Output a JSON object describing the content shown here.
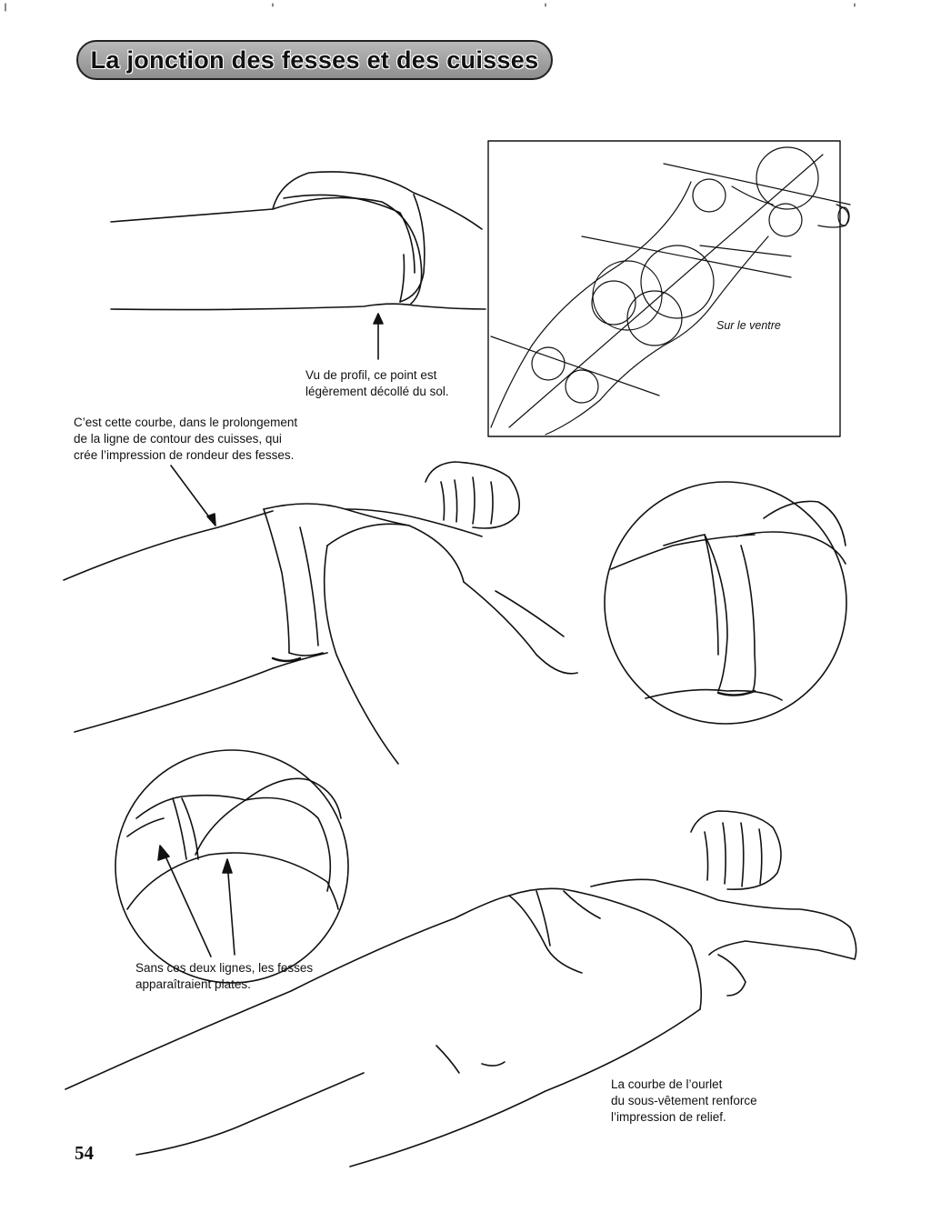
{
  "page": {
    "title": "La jonction des fesses et des cuisses",
    "page_number": "54"
  },
  "inset": {
    "label": "Sur le ventre"
  },
  "captions": {
    "profile_note": "Vu de profil, ce point est\nlégèrement décollé du sol.",
    "curve_note": "C’est cette courbe, dans le prolongement\nde la ligne de contour des cuisses, qui\ncrée l’impression de rondeur des fesses.",
    "two_lines_note": "Sans ces deux lignes, les fesses\napparaîtraient plates.",
    "hem_note": "La courbe de l’ourlet\ndu sous-vêtement renforce\nl’impression de relief."
  }
}
